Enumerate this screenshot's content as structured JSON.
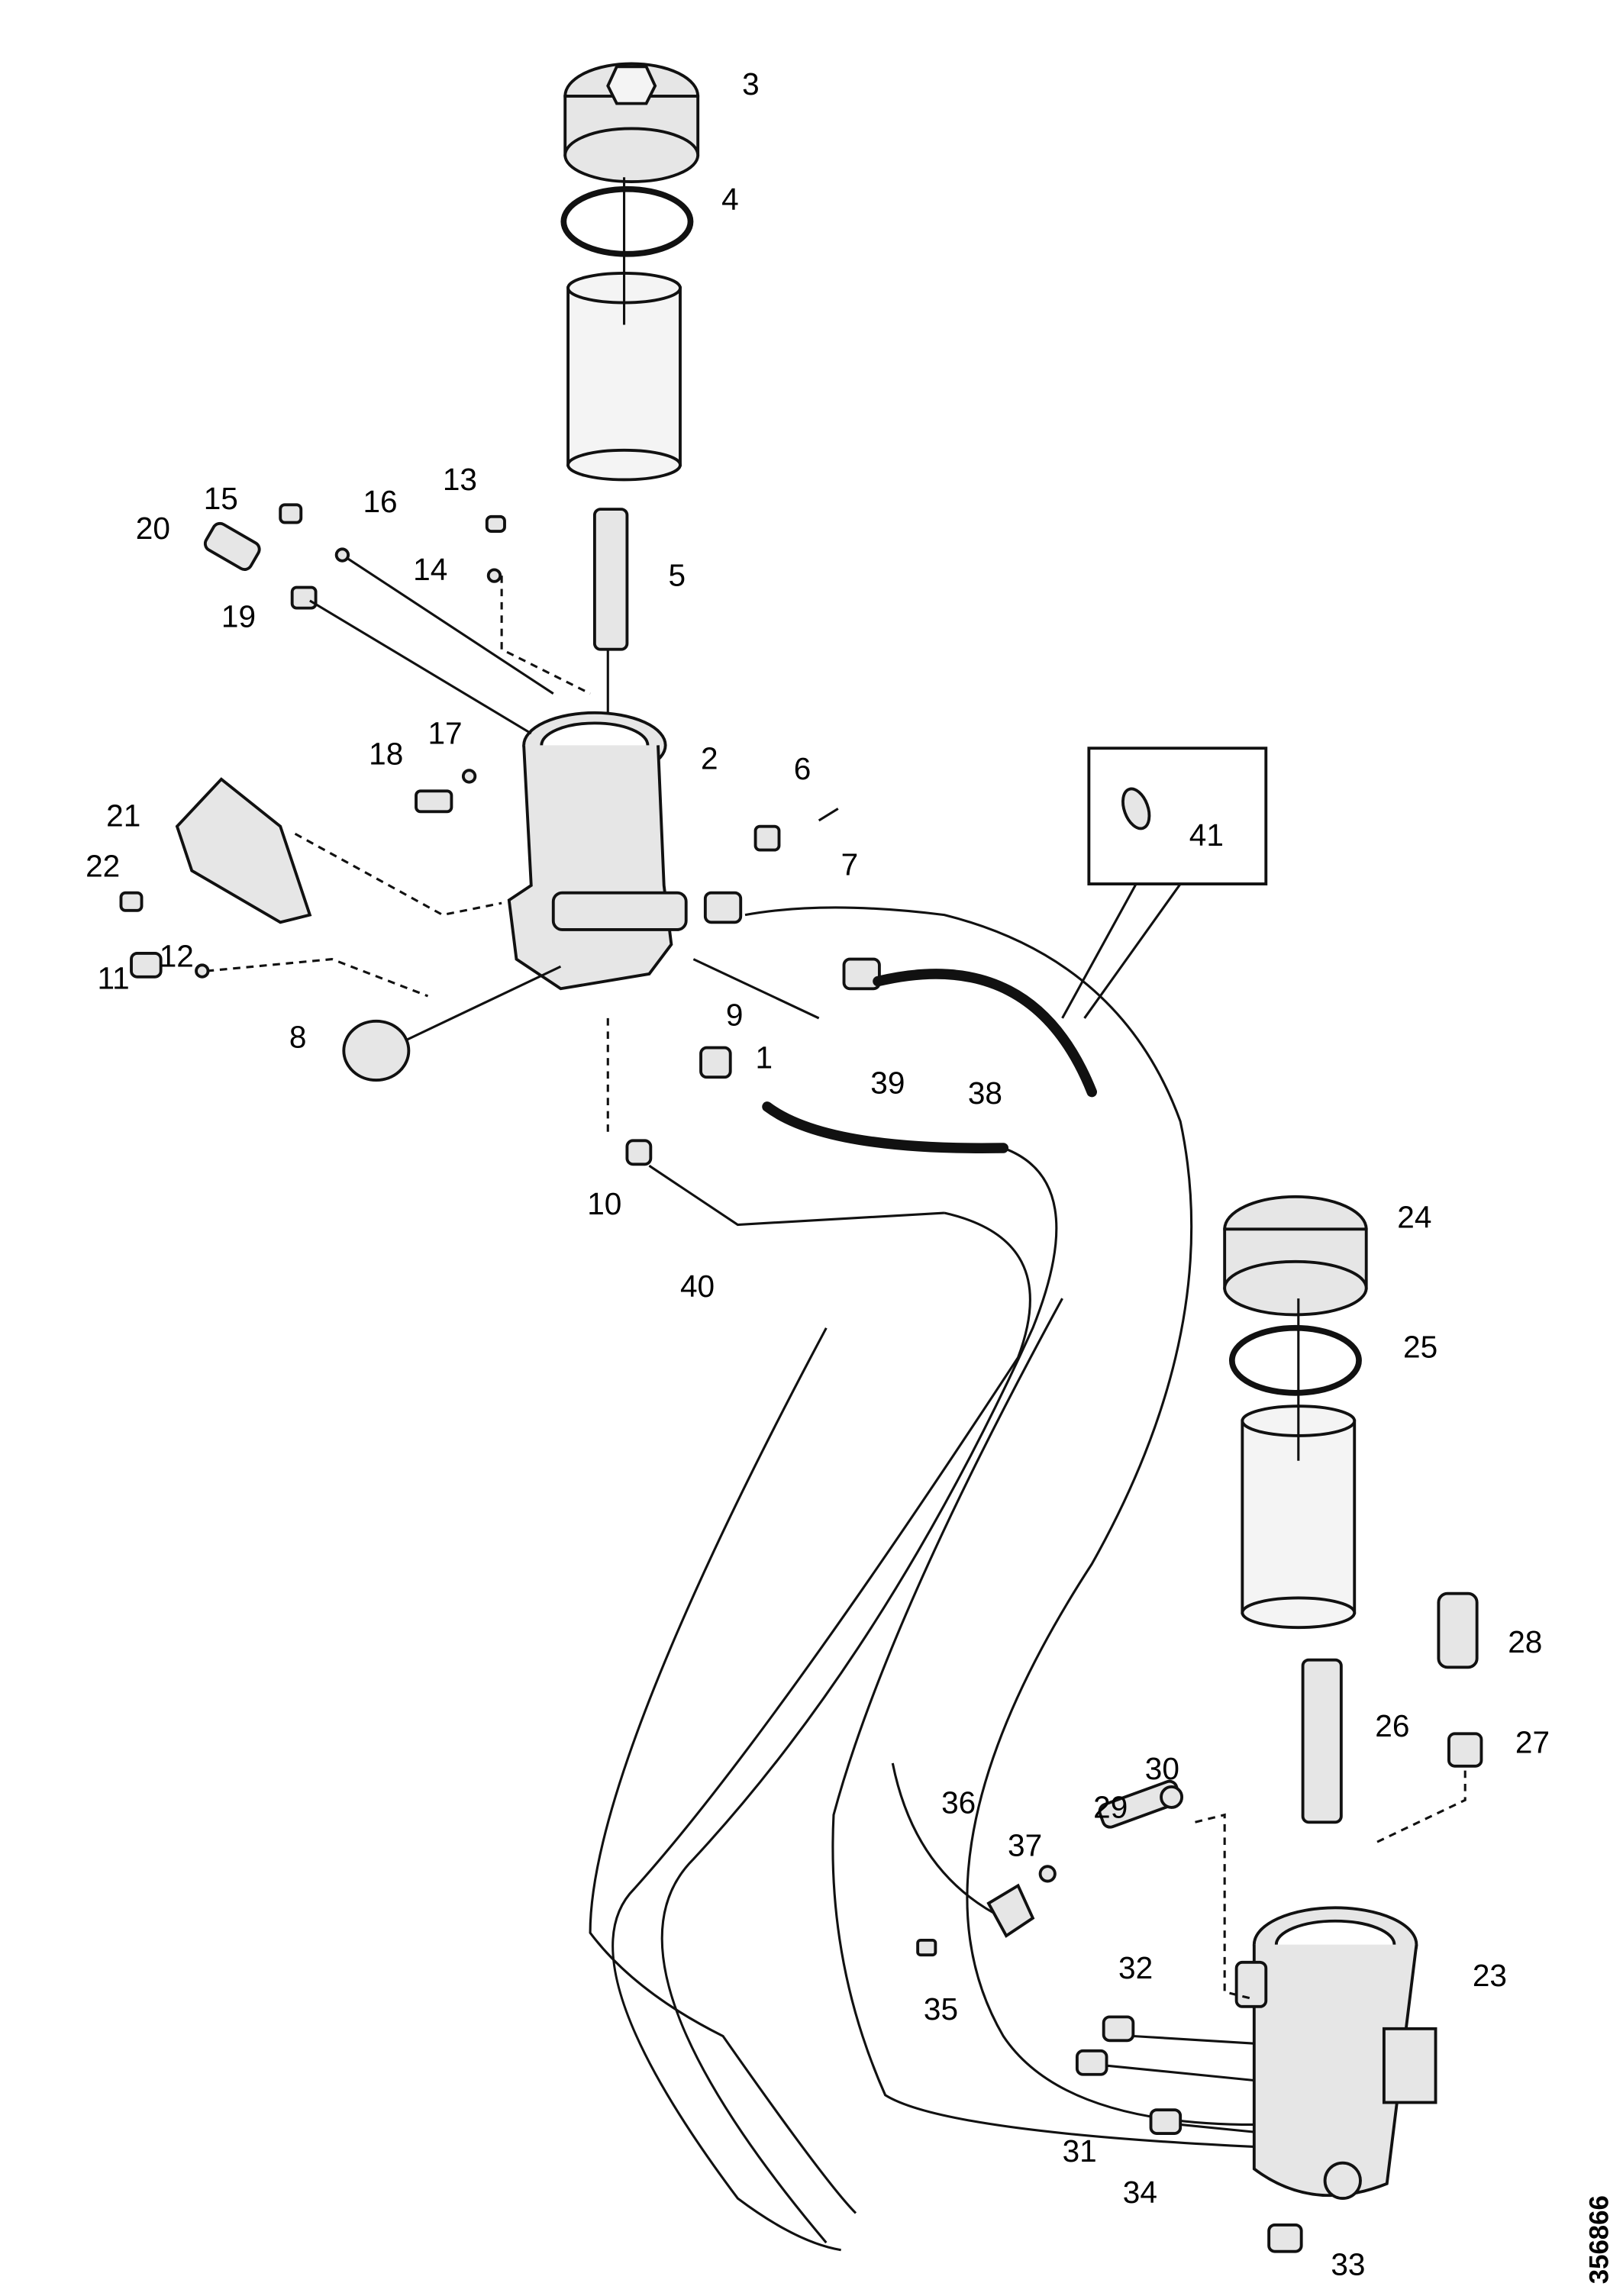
{
  "diagram": {
    "type": "exploded parts diagram",
    "callouts": [
      "1",
      "2",
      "3",
      "4",
      "5",
      "6",
      "7",
      "8",
      "9",
      "10",
      "11",
      "12",
      "13",
      "14",
      "15",
      "16",
      "17",
      "18",
      "19",
      "20",
      "21",
      "22",
      "23",
      "24",
      "25",
      "26",
      "27",
      "28",
      "29",
      "30",
      "31",
      "32",
      "33",
      "34",
      "35",
      "36",
      "37",
      "38",
      "39",
      "40",
      "41"
    ],
    "figure_id": "356866"
  }
}
